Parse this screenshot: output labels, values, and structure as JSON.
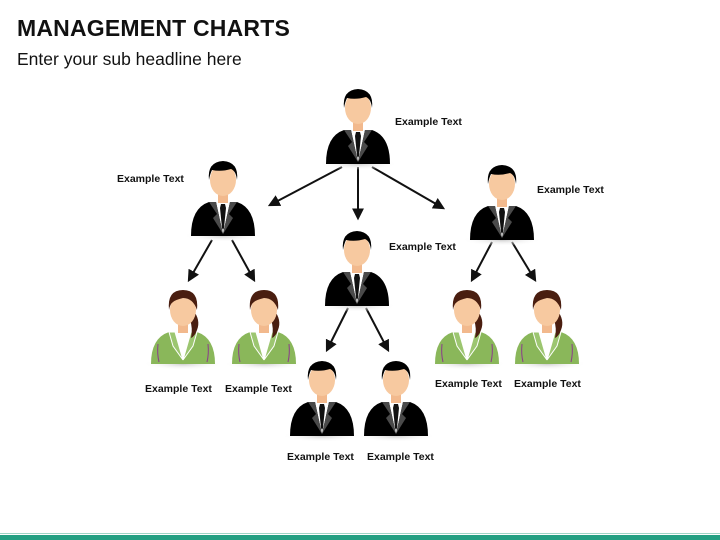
{
  "header": {
    "title": "MANAGEMENT CHARTS",
    "subtitle": "Enter your sub headline here"
  },
  "colors": {
    "accent_bar": "#23a082",
    "ceo_suit": "#1e73be",
    "manager_suit": "#27a07f",
    "lead_suit": "#3f5266",
    "female_suit": "#8ab75a",
    "staff_shirt": "#f39a2a",
    "lapel_dark": "#4a4a4a",
    "hair_dark": "#4a1e10",
    "hair_grey": "#9a9a9a",
    "skin": "#f7c9a0",
    "tie": "#111111"
  },
  "nodes": {
    "ceo": {
      "label": "Example Text",
      "role": "male-executive",
      "suit": "blue"
    },
    "manager_left": {
      "label": "Example Text",
      "role": "male-manager",
      "suit": "green"
    },
    "manager_center": {
      "label": "Example Text",
      "role": "male-manager",
      "suit": "slate"
    },
    "manager_right": {
      "label": "Example Text",
      "role": "male-manager",
      "suit": "green"
    },
    "staff_left_1": {
      "label": "Example Text",
      "role": "female-staff",
      "suit": "light-green"
    },
    "staff_left_2": {
      "label": "Example Text",
      "role": "female-staff",
      "suit": "light-green"
    },
    "staff_center_1": {
      "label": "Example Text",
      "role": "male-senior-staff",
      "suit": "orange"
    },
    "staff_center_2": {
      "label": "Example Text",
      "role": "male-senior-staff",
      "suit": "orange"
    },
    "staff_right_1": {
      "label": "Example Text",
      "role": "female-staff",
      "suit": "light-green"
    },
    "staff_right_2": {
      "label": "Example Text",
      "role": "female-staff",
      "suit": "light-green"
    }
  },
  "icons": {
    "arrow": "arrow-down-icon",
    "male": "male-avatar-icon",
    "female": "female-avatar-icon"
  }
}
